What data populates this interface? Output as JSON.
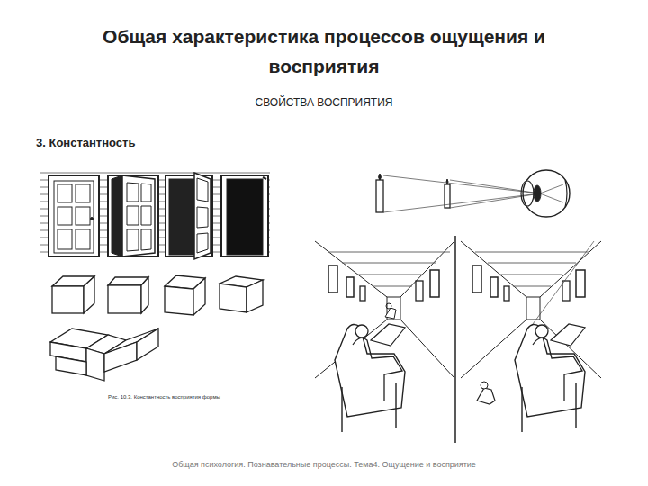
{
  "diagram": {
    "title": "Общая характеристика процессов ощущения и восприятия",
    "labels": [
      "СВОЙСТВА ВОСПРИЯТИЯ",
      "3. Константность",
      "Рис. 10.3. Константность восприятия формы",
      "Общая психология. Познавательные процессы. Тема4. Ощущение и восприятие"
    ]
  }
}
